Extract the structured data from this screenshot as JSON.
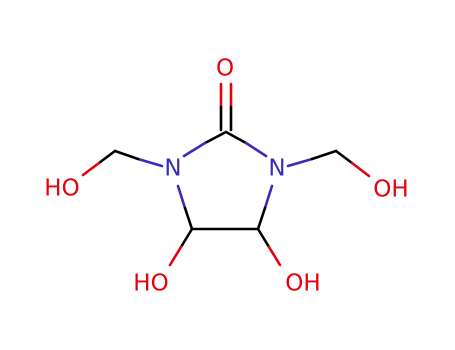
{
  "molecule": {
    "colors": {
      "oxygen": "#e8000b",
      "nitrogen": "#3b2bbd",
      "carbon": "#000000",
      "background": "#ffffff"
    },
    "atoms": {
      "O_carbonyl": {
        "element": "O",
        "label": "O"
      },
      "N_left": {
        "element": "N",
        "label": "N"
      },
      "N_right": {
        "element": "N",
        "label": "N"
      },
      "OH_top_left": {
        "element": "O",
        "label": "HO"
      },
      "OH_top_right": {
        "element": "O",
        "label": "OH"
      },
      "OH_bottom_left": {
        "element": "O",
        "label": "HO"
      },
      "OH_bottom_right": {
        "element": "O",
        "label": "OH"
      }
    }
  }
}
